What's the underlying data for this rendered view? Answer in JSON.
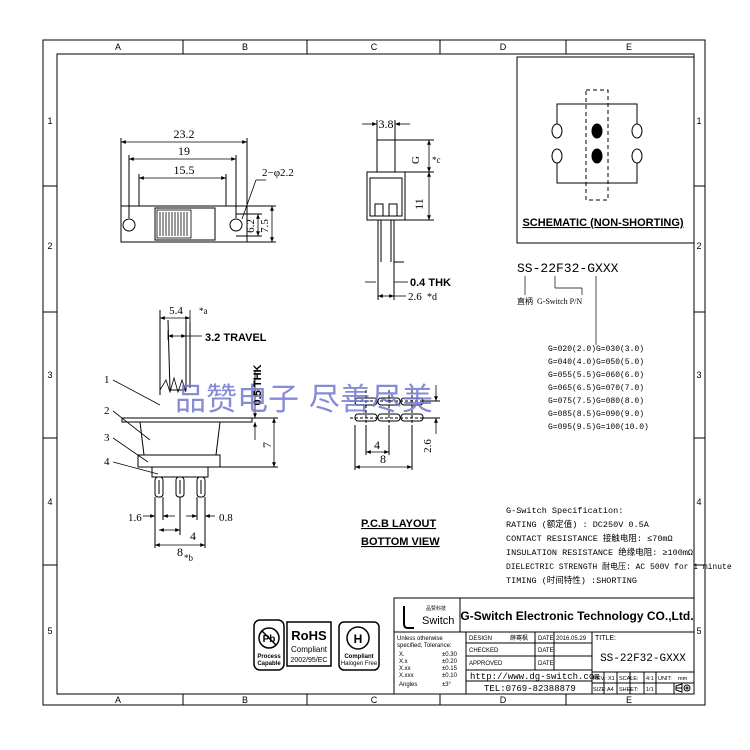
{
  "frame": {
    "columns": [
      "A",
      "B",
      "C",
      "D",
      "E"
    ],
    "rows": [
      "1",
      "2",
      "3",
      "4",
      "5"
    ]
  },
  "top_view": {
    "dim_overall": "23.2",
    "dim_mid": "19",
    "dim_inner": "15.5",
    "hole_label": "2−φ2.2",
    "dim_height_inner": "6.2",
    "dim_height_outer": "7.5"
  },
  "side_view": {
    "dim_top": "3.8",
    "g_label": "G",
    "g_sub": "*c",
    "dim_height": "11",
    "thk": "0.4 THK",
    "pin_span": "2.6",
    "pin_span_sub": "*d"
  },
  "front_view": {
    "dim_actuator": "5.4",
    "dim_actuator_sub": "*a",
    "travel": "3.2 TRAVEL",
    "thk_vertical": "0.5 THK",
    "dim_body_height": "7",
    "callouts": [
      "1",
      "2",
      "3",
      "4"
    ],
    "dim_left": "1.6",
    "dim_right": "0.8",
    "dim_pitch": "4",
    "dim_total": "8",
    "dim_total_sub": "*b"
  },
  "pcb": {
    "title_line1": "P.C.B LAYOUT",
    "title_line2": "BOTTOM VIEW",
    "dim_pitch": "4",
    "dim_total": "8",
    "dim_row": "2.6"
  },
  "schematic": {
    "title": "SCHEMATIC (NON-SHORTING)"
  },
  "part_number": {
    "pn": "SS-22F32-GXXX",
    "label_cn": "直柄",
    "label_pn": "G-Switch P/N",
    "g_options": [
      [
        "G=020(2.0)",
        "G=030(3.0)"
      ],
      [
        "G=040(4.0)",
        "G=050(5.0)"
      ],
      [
        "G=055(5.5)",
        "G=060(6.0)"
      ],
      [
        "G=065(6.5)",
        "G=070(7.0)"
      ],
      [
        "G=075(7.5)",
        "G=080(8.0)"
      ],
      [
        "G=085(8.5)",
        "G=090(9.0)"
      ],
      [
        "G=095(9.5)",
        "G=100(10.0)"
      ]
    ]
  },
  "watermark": "品赞电子 尽善尽美",
  "specification": {
    "heading": "G-Switch Specification:",
    "lines": [
      "RATING (额定值) : DC250V 0.5A",
      "CONTACT RESISTANCE 接触电阻: ≤70mΩ",
      "INSULATION RESISTANCE 绝缘电阻: ≥100mΩ",
      "DIELECTRIC STRENGTH 耐电压: AC 500V for 1 minute",
      "TIMING  (时间特性) :SHORTING"
    ]
  },
  "title_block": {
    "logo_small": "品赞科技",
    "logo_text": "Switch",
    "company": "G-Switch Electronic Technology CO.,Ltd.",
    "tolerance_heading": [
      "Unless otherwise",
      "specified, Tolerance:"
    ],
    "tolerances": [
      [
        "X.",
        "±0.30"
      ],
      [
        "X.x",
        "±0.20"
      ],
      [
        "X.xx",
        "±0.15"
      ],
      [
        "X.xxx",
        "±0.10"
      ],
      [
        "Angles",
        "±3°"
      ]
    ],
    "rows": [
      {
        "label": "DESIGN",
        "value": "薛骞枫",
        "field": "DATE",
        "date": "2016.05.29"
      },
      {
        "label": "CHECKED",
        "value": "",
        "field": "DATE",
        "date": ""
      },
      {
        "label": "APPROVED",
        "value": "",
        "field": "DATE",
        "date": ""
      }
    ],
    "url": "http://www.dg-switch.com",
    "tel": "TEL:0769-82388879",
    "title_label": "TITLE:",
    "title_value": "SS-22F32-GXXX",
    "rev_label": "REV.:",
    "rev_value": "X1",
    "scale_label": "SCALE:",
    "scale_value": "4:1",
    "unit_label": "UNIT:",
    "unit_value": "mm",
    "size_label": "SIZE:",
    "size_value": "A4",
    "sheet_label": "SHEET:",
    "sheet_value": "1/1"
  },
  "badges": {
    "rohs_line1": "RoHS",
    "rohs_line2": "Compliant",
    "rohs_line3": "2002/95/EC",
    "process_line1": "Process",
    "process_line2": "Capable",
    "halogen_line1": "Compliant",
    "halogen_line2": "Halogen Free"
  }
}
